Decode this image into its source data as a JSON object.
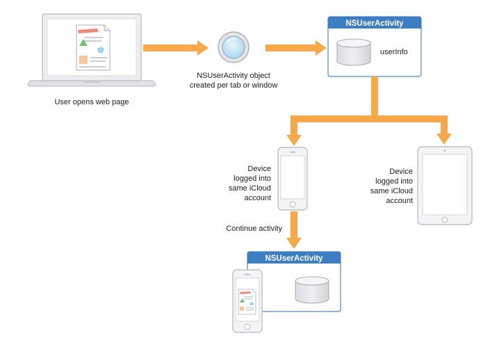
{
  "laptop": {
    "caption": "User opens web page"
  },
  "activity_object": {
    "caption_line1": "NSUserActivity object",
    "caption_line2": "created per tab or window"
  },
  "activity_box": {
    "title": "NSUserActivity",
    "store_label": "userInfo"
  },
  "phone_device": {
    "line1": "Device",
    "line2": "logged into",
    "line3": "same iCloud",
    "line4": "account"
  },
  "tablet_device": {
    "line1": "Device",
    "line2": "logged into",
    "line3": "same iCloud",
    "line4": "account"
  },
  "continue": {
    "label": "Continue activity"
  },
  "result_box": {
    "title": "NSUserActivity"
  },
  "colors": {
    "arrow": "#f7a84a",
    "header_blue": "#3d7ec2",
    "box_border": "#4f86c6",
    "device_gray": "#c7c9cc"
  }
}
